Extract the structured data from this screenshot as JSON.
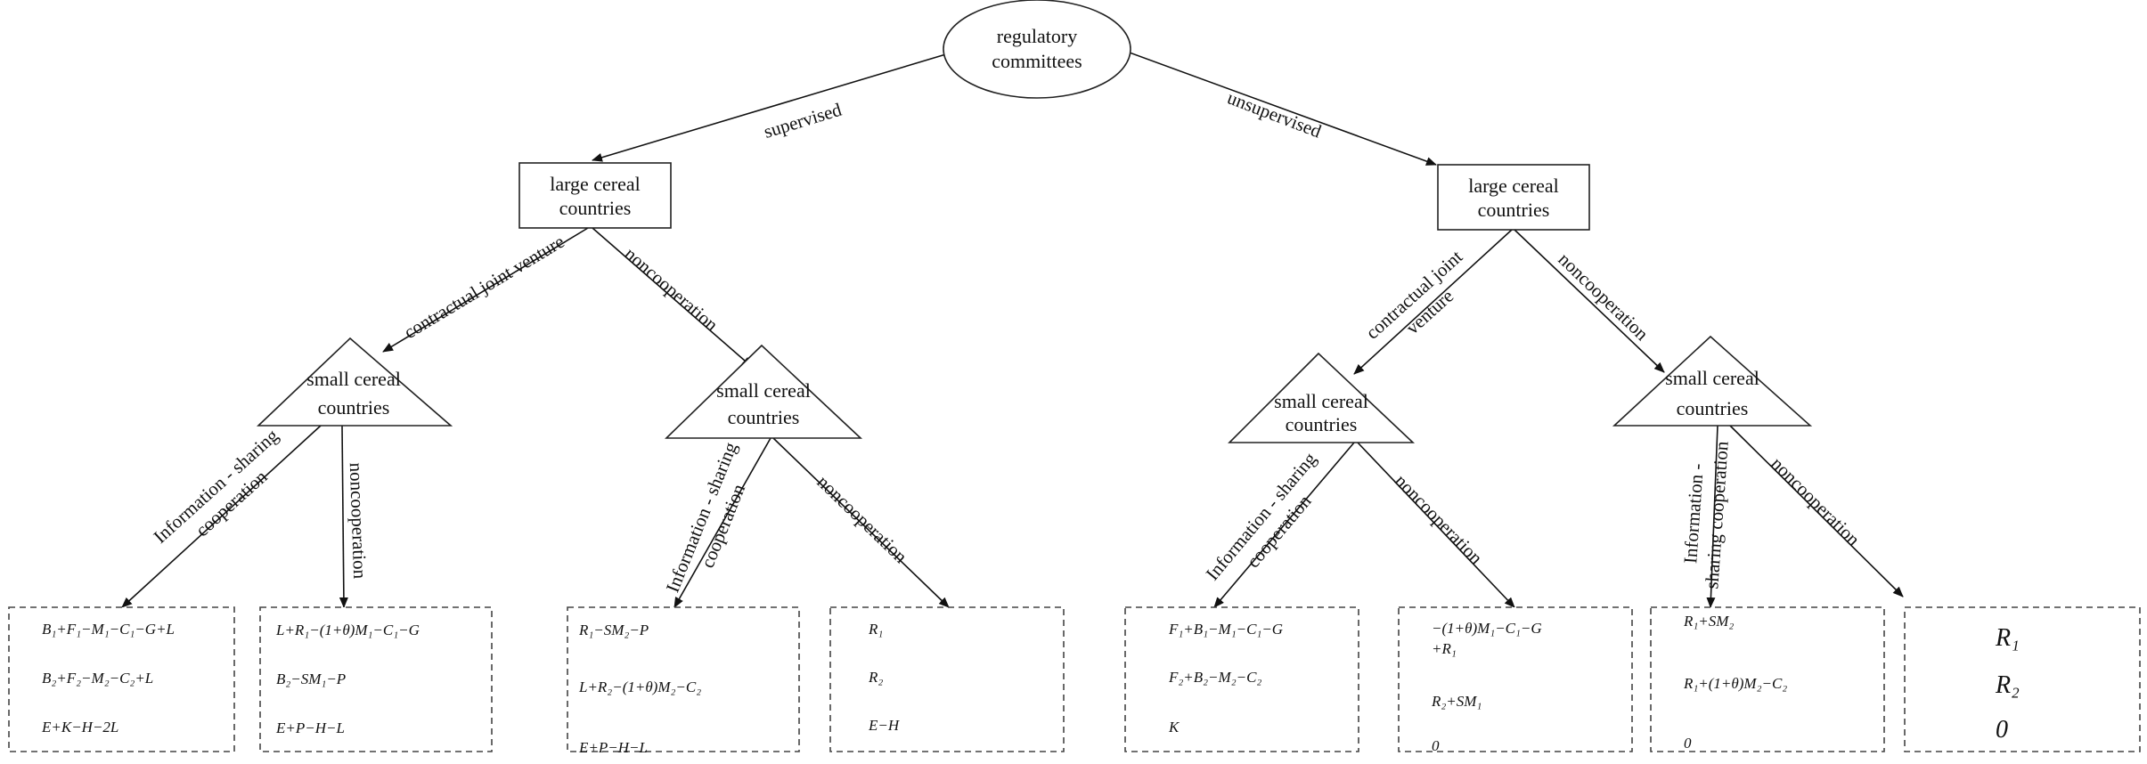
{
  "root": {
    "label": [
      "regulatory",
      "committees"
    ]
  },
  "edges": {
    "supervised": "supervised",
    "unsupervised": "unsupervised",
    "contractual_joint_venture_left": "contractual joint venture",
    "noncooperation_left": "noncooperation",
    "contractual_joint_venture_right": [
      "contractual joint",
      "venture"
    ],
    "noncooperation_right": "noncooperation",
    "info_sharing_a": [
      "Information - sharing",
      "cooperation"
    ],
    "noncooperation_a": "noncooperation",
    "info_sharing_b": [
      "Information - sharing",
      "cooperation"
    ],
    "noncooperation_b": "noncooperation",
    "info_sharing_c": [
      "Information - sharing",
      "cooperation"
    ],
    "noncooperation_c": "noncooperation",
    "info_sharing_d": [
      "Information -",
      "sharing cooperation"
    ],
    "noncooperation_d": "noncooperation"
  },
  "large_left": {
    "label": [
      "large cereal",
      "countries"
    ]
  },
  "large_right": {
    "label": [
      "large cereal",
      "countries"
    ]
  },
  "small_a": {
    "label": [
      "small cereal",
      "countries"
    ]
  },
  "small_b": {
    "label": [
      "small cereal",
      "countries"
    ]
  },
  "small_c": {
    "label": [
      "small cereal",
      "countries"
    ]
  },
  "small_d": {
    "label": [
      "small cereal",
      "countries"
    ]
  },
  "payoffs": [
    [
      "B₁+F₁−M₁−C₁−G+L",
      "B₂+F₂−M₂−C₂+L",
      "E+K−H−2L"
    ],
    [
      "L+R₁−(1+θ)M₁−C₁−G",
      "B₂−SM₁−P",
      "E+P−H−L"
    ],
    [
      "R₁−SM₂−P",
      "L+R₂−(1+θ)M₂−C₂",
      "E+P−H−L"
    ],
    [
      "R₁",
      "R₂",
      "E−H"
    ],
    [
      "F₁+B₁−M₁−C₁−G",
      "F₂+B₂−M₂−C₂",
      "K"
    ],
    [
      "−(1+θ)M₁−C₁−G",
      "+R₁",
      "R₂+SM₁",
      "0"
    ],
    [
      "R₁+SM₂",
      "R₁+(1+θ)M₂−C₂",
      "0"
    ],
    [
      "R₁",
      "R₂",
      "0"
    ]
  ]
}
